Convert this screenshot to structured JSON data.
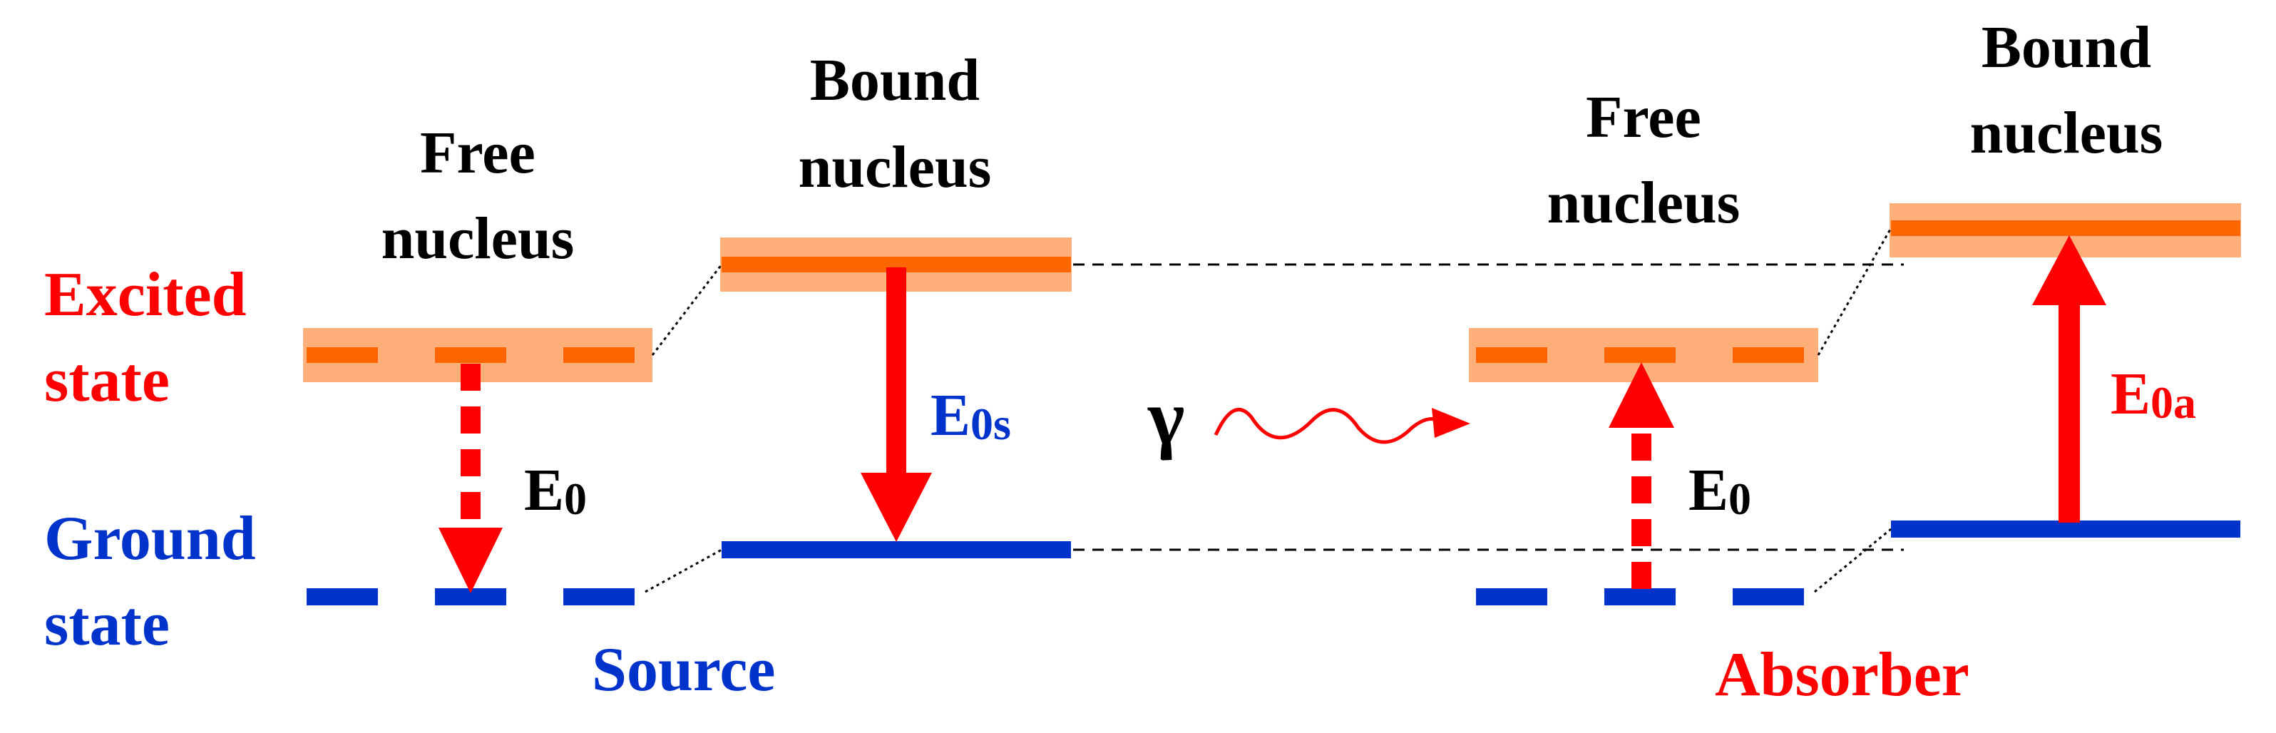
{
  "labels": {
    "source_free_title_1": "Free",
    "source_free_title_2": "nucleus",
    "source_bound_title_1": "Bound",
    "source_bound_title_2": "nucleus",
    "absorber_free_title_1": "Free",
    "absorber_free_title_2": "nucleus",
    "absorber_bound_title_1": "Bound",
    "absorber_bound_title_2": "nucleus",
    "excited_state_1": "Excited",
    "excited_state_2": "state",
    "ground_state_1": "Ground",
    "ground_state_2": "state",
    "source": "Source",
    "absorber": "Absorber",
    "gamma": "γ",
    "e0_source_main": "E",
    "e0_source_sub": "0",
    "e0s_main": "E",
    "e0s_sub": "0s",
    "e0_absorber_main": "E",
    "e0_absorber_sub": "0",
    "e0a_main": "E",
    "e0a_sub": "0a"
  },
  "colors": {
    "red": "#ff0000",
    "blue": "#0033cc",
    "orange": "#ff6600",
    "orange_band": "#ffb07a",
    "black": "#000000"
  }
}
